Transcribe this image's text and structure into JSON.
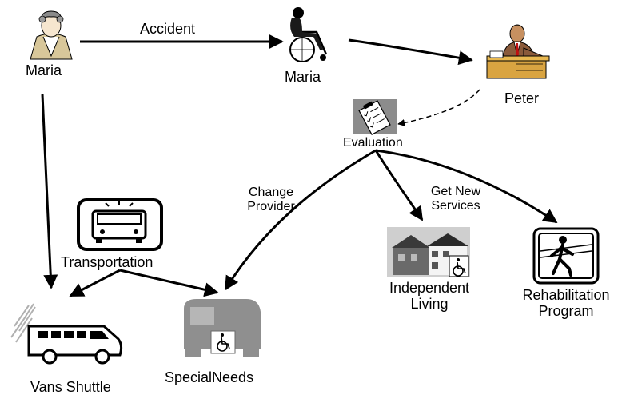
{
  "nodes": {
    "maria_start": "Maria",
    "maria_wheelchair": "Maria",
    "peter": "Peter",
    "evaluation": "Evaluation",
    "transportation": "Transportation",
    "vans_shuttle": "Vans Shuttle",
    "special_needs": "SpecialNeeds",
    "independent_living_1": "Independent",
    "independent_living_2": "Living",
    "rehab_1": "Rehabilitation",
    "rehab_2": "Program"
  },
  "edges": {
    "accident": "Accident",
    "change_provider_1": "Change",
    "change_provider_2": "Provider",
    "get_new_services_1": "Get New",
    "get_new_services_2": "Services"
  },
  "icons": {
    "maria_start": "woman-portrait-icon",
    "maria_wheelchair": "woman-in-wheelchair-icon",
    "peter": "man-at-desk-icon",
    "evaluation": "clipboard-checklist-icon",
    "transportation": "bus-sign-icon",
    "vans_shuttle": "shuttle-van-icon",
    "special_needs": "accessible-van-icon",
    "independent_living": "house-wheelchair-icon",
    "rehab": "walking-person-icon"
  }
}
